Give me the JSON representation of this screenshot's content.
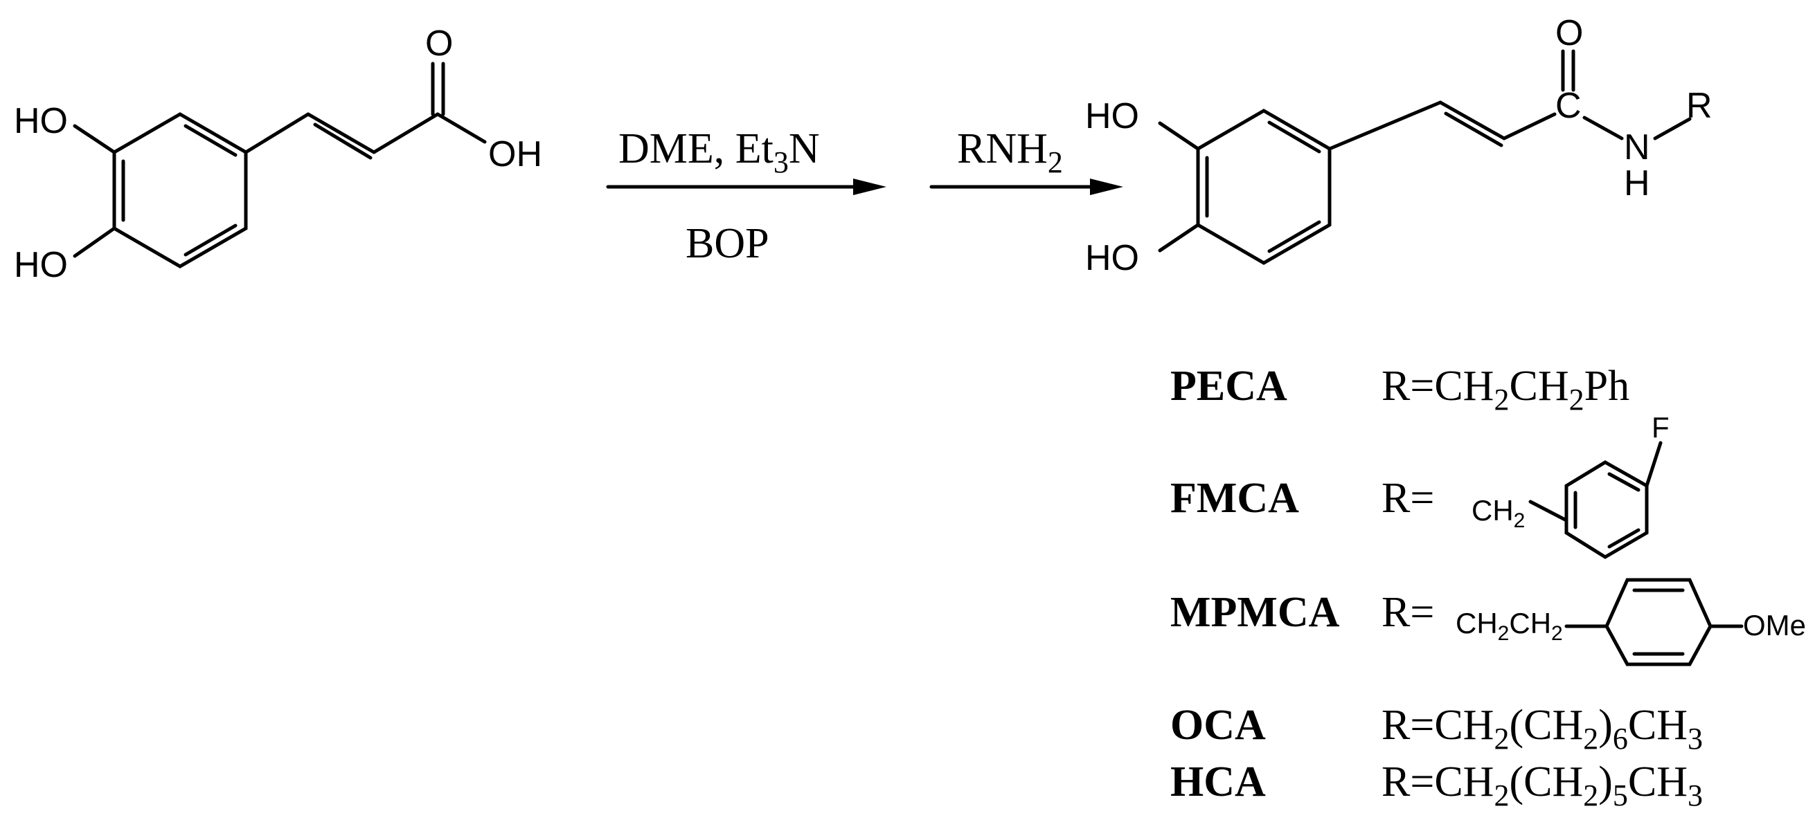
{
  "reactant": {
    "ho_top": "HO",
    "ho_bottom": "HO",
    "carbonyl_o": "O",
    "oh": "OH"
  },
  "step1": {
    "above": "DME, Et",
    "above_sub": "3",
    "above_end": "N",
    "below": "BOP"
  },
  "step2": {
    "above": "RNH",
    "above_sub": "2"
  },
  "product": {
    "ho_top": "HO",
    "ho_bottom": "HO",
    "carbonyl_o": "O",
    "carbon": "C",
    "nitrogen": "N",
    "n_h": "H",
    "r": "R"
  },
  "compounds": [
    {
      "name": "PECA",
      "r_prefix": "R=",
      "parts": [
        "CH",
        "2",
        "CH",
        "2",
        "Ph"
      ]
    },
    {
      "name": "FMCA",
      "r_prefix": "R=",
      "substituent_label": "CH",
      "substituent_sub": "2",
      "ring_atom": "F"
    },
    {
      "name": "MPMCA",
      "r_prefix": "R=",
      "substituent_label": "CH",
      "substituent_sub1": "2",
      "substituent_label2": "CH",
      "substituent_sub2": "2",
      "ring_atom": "OMe"
    },
    {
      "name": "OCA",
      "r_prefix": "R=",
      "parts": [
        "CH",
        "2",
        "(CH",
        "2",
        ")",
        "6",
        "CH",
        "3"
      ]
    },
    {
      "name": "HCA",
      "r_prefix": "R=",
      "parts": [
        "CH",
        "2",
        "(CH",
        "2",
        ")",
        "5",
        "CH",
        "3"
      ]
    }
  ],
  "colors": {
    "ink": "#000000",
    "background": "#ffffff"
  }
}
